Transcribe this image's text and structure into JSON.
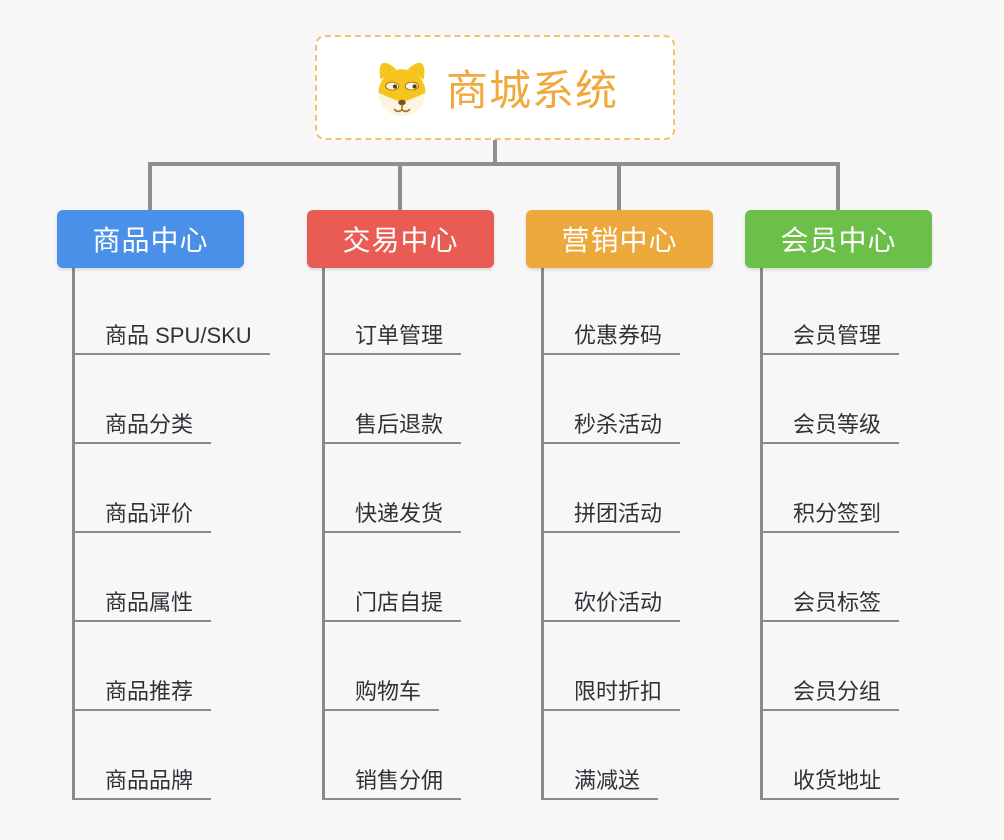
{
  "root": {
    "title": "商城系统",
    "icon": "shiba-dog-icon",
    "title_color": "#efa93c",
    "border_color": "#f5c26c",
    "background": "#ffffff"
  },
  "canvas": {
    "background_color": "#f7f7f7",
    "connector_color": "#8f8f8f",
    "leaf_line_color": "#8a8a8a"
  },
  "branches": [
    {
      "label": "商品中心",
      "color": "#4a90e8",
      "children": [
        "商品 SPU/SKU",
        "商品分类",
        "商品评价",
        "商品属性",
        "商品推荐",
        "商品品牌"
      ]
    },
    {
      "label": "交易中心",
      "color": "#e85c54",
      "children": [
        "订单管理",
        "售后退款",
        "快递发货",
        "门店自提",
        "购物车",
        "销售分佣"
      ]
    },
    {
      "label": "营销中心",
      "color": "#eda83c",
      "children": [
        "优惠券码",
        "秒杀活动",
        "拼团活动",
        "砍价活动",
        "限时折扣",
        "满减送"
      ]
    },
    {
      "label": "会员中心",
      "color": "#6cc04a",
      "children": [
        "会员管理",
        "会员等级",
        "积分签到",
        "会员标签",
        "会员分组",
        "收货地址"
      ]
    }
  ]
}
